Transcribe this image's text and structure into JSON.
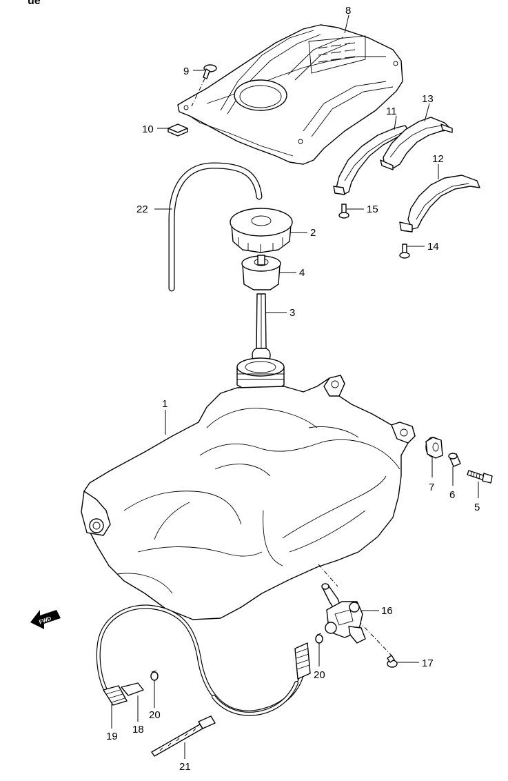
{
  "header_fragment": "ue",
  "fwd_label": "FWD",
  "callouts": [
    {
      "id": "c1",
      "label": "1"
    },
    {
      "id": "c2",
      "label": "2"
    },
    {
      "id": "c3",
      "label": "3"
    },
    {
      "id": "c4",
      "label": "4"
    },
    {
      "id": "c5",
      "label": "5"
    },
    {
      "id": "c6",
      "label": "6"
    },
    {
      "id": "c7",
      "label": "7"
    },
    {
      "id": "c8",
      "label": "8"
    },
    {
      "id": "c9",
      "label": "9"
    },
    {
      "id": "c10",
      "label": "10"
    },
    {
      "id": "c11",
      "label": "11"
    },
    {
      "id": "c12",
      "label": "12"
    },
    {
      "id": "c13",
      "label": "13"
    },
    {
      "id": "c14",
      "label": "14"
    },
    {
      "id": "c15",
      "label": "15"
    },
    {
      "id": "c16",
      "label": "16"
    },
    {
      "id": "c17",
      "label": "17"
    },
    {
      "id": "c18",
      "label": "18"
    },
    {
      "id": "c19",
      "label": "19"
    },
    {
      "id": "c20a",
      "label": "20"
    },
    {
      "id": "c20b",
      "label": "20"
    },
    {
      "id": "c21",
      "label": "21"
    },
    {
      "id": "c22",
      "label": "22"
    }
  ]
}
